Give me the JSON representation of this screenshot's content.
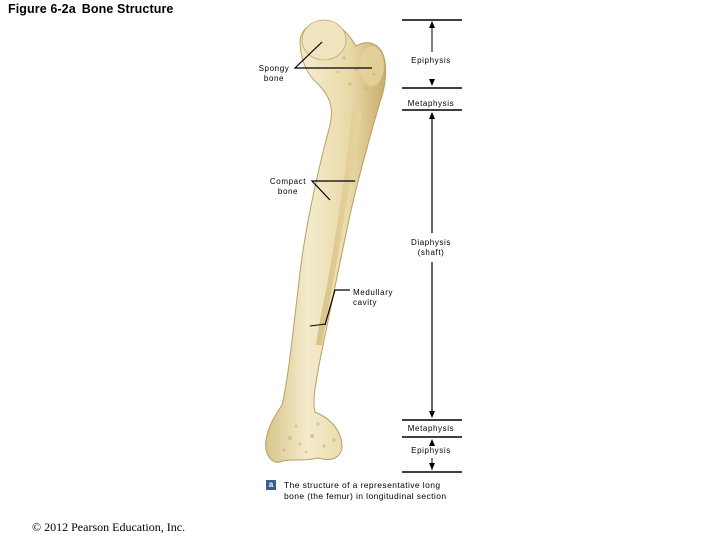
{
  "figure": {
    "number": "Figure 6-2a",
    "title": "Bone Structure"
  },
  "labels": {
    "spongy_bone": [
      "Spongy",
      "bone"
    ],
    "compact_bone": [
      "Compact",
      "bone"
    ],
    "medullary_cavity": [
      "Medullary",
      "cavity"
    ],
    "epiphysis_top": "Epiphysis",
    "metaphysis_top": "Metaphysis",
    "diaphysis": [
      "Diaphysis",
      "(shaft)"
    ],
    "metaphysis_bottom": "Metaphysis",
    "epiphysis_bottom": "Epiphysis"
  },
  "caption": {
    "badge": "a",
    "text": "The structure of a representative long bone (the femur) in longitudinal section"
  },
  "copyright": "© 2012 Pearson Education, Inc.",
  "colors": {
    "bone_light": "#f1e8c6",
    "bone_mid": "#dfcf97",
    "bone_dark": "#c7ad6c",
    "line": "#000000",
    "badge": "#3a5f8c"
  }
}
